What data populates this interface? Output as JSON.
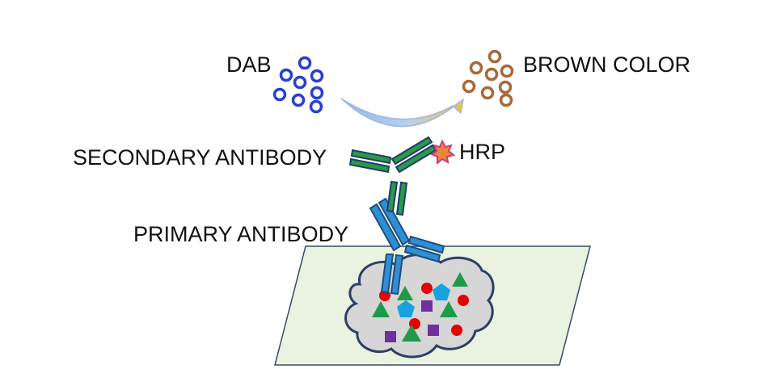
{
  "labels": {
    "dab": "DAB",
    "brown_color": "BROWN COLOR",
    "hrp": "HRP",
    "secondary_antibody": "SECONDARY ANTIBODY",
    "primary_antibody": "PRIMARY ANTIBODY"
  },
  "colors": {
    "dab": "#2a3fd4",
    "brown": "#a8683a",
    "secondary_antibody": "#2a9a4a",
    "secondary_outline": "#1f3d6b",
    "primary_antibody": "#2e8fd6",
    "primary_outline": "#1f4e7a",
    "hrp": "#e8873a",
    "slide": "#eaf2e0",
    "cell": "#d6d6d6",
    "cell_outline": "#2c3f66",
    "antigen_circle": "#e60000",
    "antigen_triangle": "#1e9a4a",
    "antigen_square": "#7030a0",
    "antigen_pentagon": "#16a3e0"
  }
}
